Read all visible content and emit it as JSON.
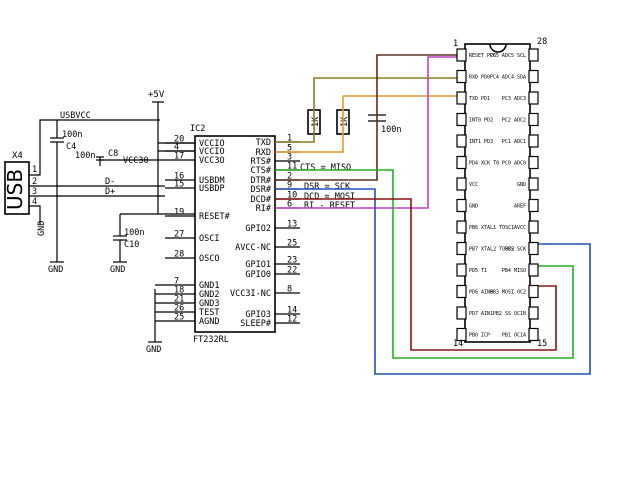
{
  "usb": {
    "ref": "X4",
    "label": "USB",
    "pins": [
      "1",
      "2",
      "3",
      "4"
    ],
    "net_usbvcc": "USBVCC",
    "net_dminus": "D-",
    "net_dplus": "D+",
    "gnd": "GND"
  },
  "power": {
    "label": "+5V"
  },
  "caps": {
    "c4": {
      "ref": "C4",
      "value": "100n"
    },
    "c8": {
      "ref": "C8",
      "value": "100n"
    },
    "c10": {
      "ref": "C10",
      "value": "100n"
    },
    "c_dtr": {
      "value": "100n"
    },
    "vcc30_net": "VCC30"
  },
  "ic": {
    "ref": "IC2",
    "part": "FT232RL",
    "left_pins": [
      {
        "num": "20",
        "name": "VCCIO"
      },
      {
        "num": "4",
        "name": "VCCIO"
      },
      {
        "num": "17",
        "name": "VCC3O"
      },
      {
        "num": "16",
        "name": "USBDM"
      },
      {
        "num": "15",
        "name": "USBDP"
      },
      {
        "num": "19",
        "name": "RESET#"
      },
      {
        "num": "27",
        "name": "OSCI"
      },
      {
        "num": "28",
        "name": "OSCO"
      },
      {
        "num": "7",
        "name": "GND1"
      },
      {
        "num": "18",
        "name": "GND2"
      },
      {
        "num": "21",
        "name": "GND3"
      },
      {
        "num": "26",
        "name": "TEST"
      },
      {
        "num": "25",
        "name": "AGND"
      }
    ],
    "right_pins": [
      {
        "num": "1",
        "name": "TXD"
      },
      {
        "num": "5",
        "name": "RXD"
      },
      {
        "num": "3",
        "name": "RTS#"
      },
      {
        "num": "11",
        "name": "CTS#"
      },
      {
        "num": "2",
        "name": "DTR#"
      },
      {
        "num": "9",
        "name": "DSR#"
      },
      {
        "num": "10",
        "name": "DCD#"
      },
      {
        "num": "6",
        "name": "RI#"
      },
      {
        "num": "13",
        "name": "GPIO2"
      },
      {
        "num": "25",
        "name": "AVCC-NC"
      },
      {
        "num": "23",
        "name": "GPIO1"
      },
      {
        "num": "22",
        "name": "GPIO0"
      },
      {
        "num": "8",
        "name": "VCC3I-NC"
      },
      {
        "num": "14",
        "name": "GPIO3"
      },
      {
        "num": "12",
        "name": "SLEEP#"
      }
    ],
    "net_labels": {
      "cts": "CTS = MISO",
      "dsr": "DSR = SCK",
      "dcd": "DCD = MOSI",
      "ri": "RI - RESET"
    }
  },
  "resistors": {
    "r1": "1K",
    "r2": "1K"
  },
  "mcu": {
    "pin_first": "1",
    "pin_last": "28",
    "pin_bottom_left": "14",
    "pin_bottom_right": "15",
    "left_labels": [
      "RESET PC6",
      "RXD PD0",
      "TXD PD1",
      "INT0 PD2",
      "INT1 PD3",
      "PD4 XCK T0",
      "VCC",
      "GND",
      "PB6 XTAL1 TOSC1",
      "PB7 XTAL2 TOSC2",
      "PD5 T1",
      "PD6 AIN0",
      "PD7 AIN1",
      "PB0 ICP"
    ],
    "right_labels": [
      "PC5 ADC5 SCL",
      "PC4 ADC4 SDA",
      "PC3 ADC3",
      "PC2 ADC2",
      "PC1 ADC1",
      "PC0 ADC0",
      "GND",
      "AREF",
      "AVCC",
      "PB5 SCK",
      "PB4 MISO",
      "PB3 MOSI OC2",
      "PB2 SS OC1B",
      "PB1 OC1A"
    ]
  },
  "colors": {
    "olive": "#8c7b1e",
    "orange": "#e69a28",
    "brown": "#5a3020",
    "magenta": "#c040c0",
    "green": "#20b020",
    "blue": "#2050c0",
    "red": "#c02020",
    "darkred": "#8b1010"
  }
}
